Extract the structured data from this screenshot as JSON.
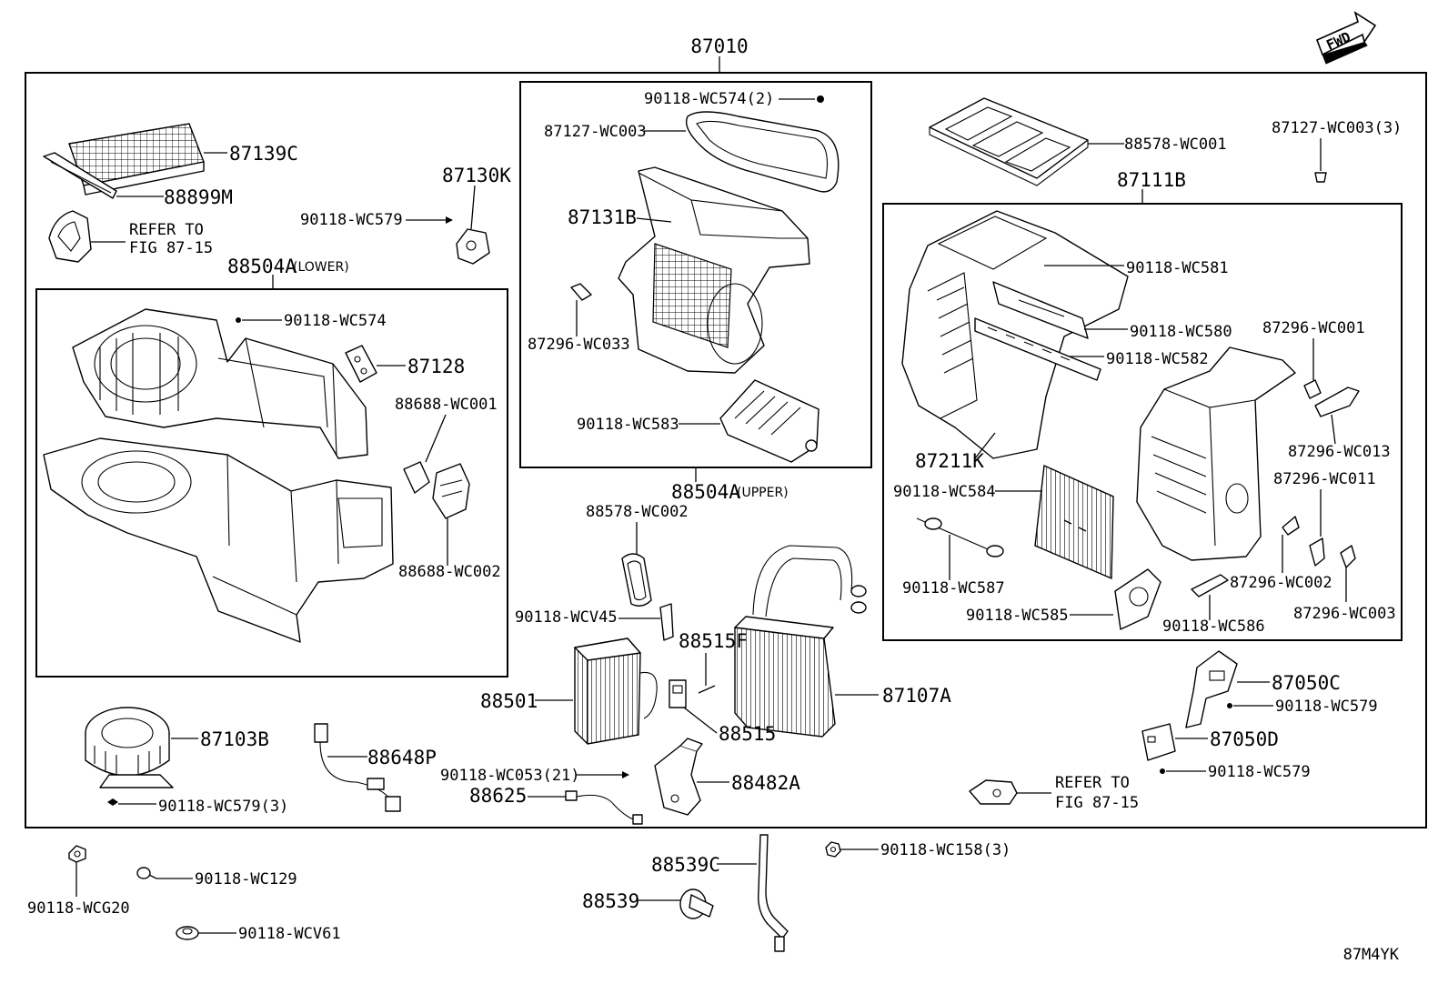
{
  "title": "87010",
  "direction_marker": "FWD",
  "catalog_code": "87M4YK",
  "subassemblies": {
    "lower": {
      "number": "88504A",
      "note": "(LOWER)"
    },
    "upper": {
      "number": "88504A",
      "note": "(UPPER)"
    },
    "unit": {
      "number": "87111B"
    }
  },
  "refer_notes": {
    "top_left": {
      "line1": "REFER TO",
      "line2": "FIG 87-15"
    },
    "bottom_right": {
      "line1": "REFER TO",
      "line2": "FIG 87-15"
    }
  },
  "labels": {
    "p87139C": "87139C",
    "p88899M": "88899M",
    "p87130K": "87130K",
    "p90118_WC579_a": "90118-WC579",
    "p90118_WC574_b": "90118-WC574",
    "p87128": "87128",
    "p88688_WC001": "88688-WC001",
    "p88688_WC002": "88688-WC002",
    "p87103B": "87103B",
    "p90118_WC579_3a": "90118-WC579(3)",
    "p88648P": "88648P",
    "p90118_WC574_2": "90118-WC574(2)",
    "p87127_WC003": "87127-WC003",
    "p87131B": "87131B",
    "p87296_WC033": "87296-WC033",
    "p90118_WC583": "90118-WC583",
    "p88578_WC002": "88578-WC002",
    "p90118_WCV45": "90118-WCV45",
    "p88515F": "88515F",
    "p88501": "88501",
    "p88515": "88515",
    "p87107A": "87107A",
    "p90118_WC053_21": "90118-WC053(21)",
    "p88625": "88625",
    "p88482A": "88482A",
    "p88578_WC001": "88578-WC001",
    "p87127_WC003_3": "87127-WC003(3)",
    "p90118_WC581": "90118-WC581",
    "p90118_WC580": "90118-WC580",
    "p90118_WC582": "90118-WC582",
    "p87296_WC001": "87296-WC001",
    "p87211K": "87211K",
    "p87296_WC013": "87296-WC013",
    "p87296_WC011": "87296-WC011",
    "p90118_WC584": "90118-WC584",
    "p90118_WC587": "90118-WC587",
    "p87296_WC002": "87296-WC002",
    "p90118_WC585": "90118-WC585",
    "p90118_WC586": "90118-WC586",
    "p87296_WC003": "87296-WC003",
    "p87050C": "87050C",
    "p90118_WC579_b": "90118-WC579",
    "p87050D": "87050D",
    "p90118_WC579_c": "90118-WC579",
    "p90118_WCG20": "90118-WCG20",
    "p90118_WC129": "90118-WC129",
    "p90118_WCV61": "90118-WCV61",
    "p88539C": "88539C",
    "p88539": "88539",
    "p90118_WC158_3": "90118-WC158(3)"
  }
}
